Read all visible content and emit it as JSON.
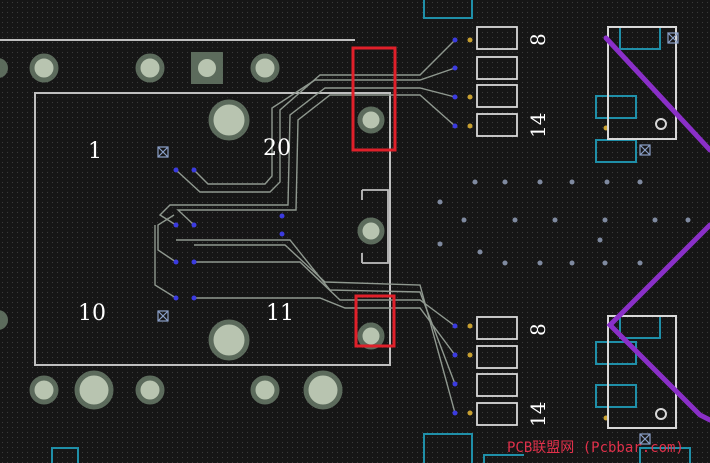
{
  "labels": {
    "pin_1": "1",
    "pin_20": "20",
    "pin_10": "10",
    "pin_11": "11",
    "top_pad_start": "8",
    "top_pad_end": "14",
    "bottom_pad_start": "8",
    "bottom_pad_end": "14"
  },
  "watermark": "PCB联盟网 (Pcbbar.com)",
  "colors": {
    "background": "#161616",
    "trace": "#9aa39a",
    "pad": "#b8c4b0",
    "outline": "#bfbfbf",
    "highlight": "#e0202a",
    "purple_trace": "#8a2fc8",
    "cyan_outline": "#1f8fa8"
  }
}
